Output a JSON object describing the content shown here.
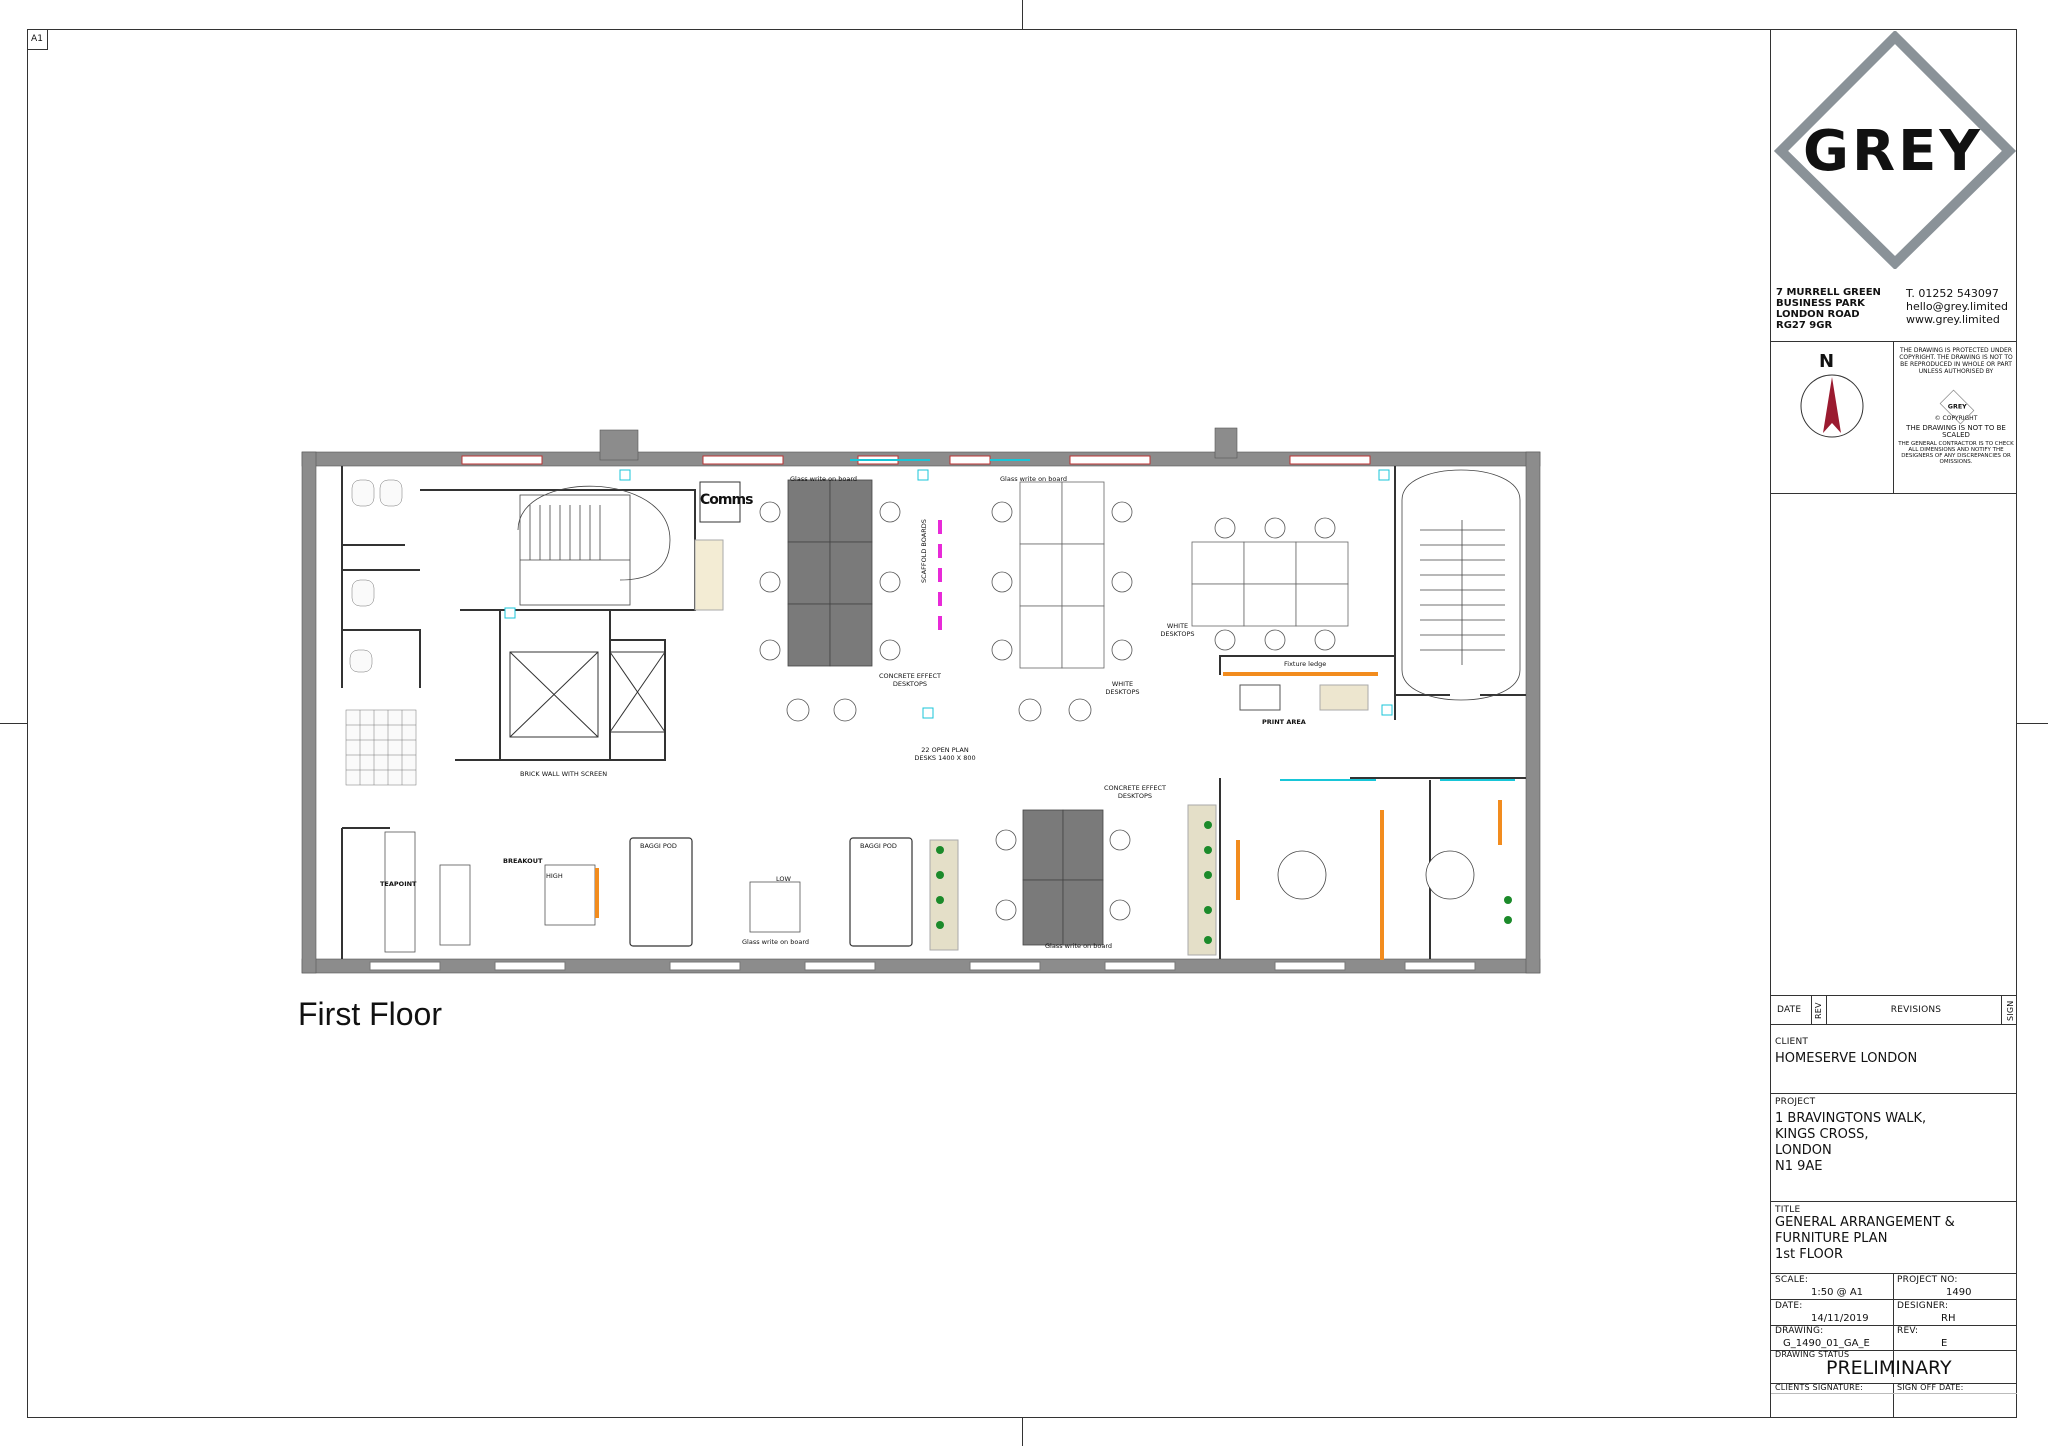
{
  "sheet": {
    "size_code": "A1"
  },
  "plan": {
    "floor_label": "First Floor",
    "room_labels": {
      "comms": "Comms",
      "concrete_desks_1": "CONCRETE EFFECT\nDESKTOPS",
      "white_desks_1": "WHITE\nDESKTOPS",
      "white_desks_2": "WHITE\nDESKTOPS",
      "open_plan": "22 OPEN PLAN\nDESKS 1400 X 800",
      "concrete_desks_2": "CONCRETE EFFECT\nDESKTOPS",
      "print_area": "PRINT AREA",
      "brick_wall": "BRICK WALL WITH SCREEN",
      "breakout": "BREAKOUT",
      "teapoint": "TEAPOINT",
      "high": "HIGH",
      "low": "LOW",
      "baggi_1": "BAGGI POD",
      "baggi_2": "BAGGI POD",
      "scaffold": "SCAFFOLD BOARDS",
      "glass_board_1": "Glass write on board",
      "glass_board_2": "Glass write on board",
      "glass_board_3": "Glass write on board",
      "glass_board_4": "Glass write on board",
      "fixture_ledge": "Fixture ledge"
    }
  },
  "titleblock": {
    "logo": "GREY",
    "address": [
      "7 MURRELL GREEN",
      "BUSINESS PARK",
      "LONDON ROAD",
      "RG27 9GR"
    ],
    "contact": [
      "T. 01252 543097",
      "hello@grey.limited",
      "www.grey.limited"
    ],
    "north": "N",
    "copyright_note": "THE DRAWING IS PROTECTED UNDER COPYRIGHT. THE DRAWING IS NOT TO BE REPRODUCED IN WHOLE OR PART UNLESS AUTHORISED BY",
    "copyright_logo": "GREY",
    "copyright_mark": "© COPYRIGHT",
    "scale_note": "THE DRAWING IS NOT TO BE SCALED",
    "contractor_note": "THE GENERAL CONTRACTOR IS TO CHECK ALL DIMENSIONS AND NOTIFY THE DESIGNERS OF ANY DISCREPANCIES OR OMISSIONS.",
    "rev_headers": {
      "date": "DATE",
      "rev": "REV",
      "revisions": "REVISIONS",
      "sign": "SIGN"
    },
    "client_label": "CLIENT",
    "client": "HOMESERVE LONDON",
    "project_label": "PROJECT",
    "project": [
      "1 BRAVINGTONS WALK,",
      "KINGS CROSS,",
      "LONDON",
      "N1 9AE"
    ],
    "title_label": "TITLE",
    "title": [
      "GENERAL ARRANGEMENT &",
      "FURNITURE PLAN",
      "1st FLOOR"
    ],
    "scale_label": "SCALE:",
    "scale": "1:50 @ A1",
    "project_no_label": "PROJECT NO:",
    "project_no": "1490",
    "date_label": "DATE:",
    "date": "14/11/2019",
    "designer_label": "DESIGNER:",
    "designer": "RH",
    "drawing_label": "DRAWING:",
    "drawing": "G_1490_01_GA_E",
    "rev_label": "REV:",
    "rev": "E",
    "status_label": "DRAWING STATUS",
    "status": "PRELIMINARY",
    "client_sig_label": "CLIENTS SIGNATURE:",
    "signoff_label": "SIGN OFF DATE:"
  },
  "colors": {
    "logo_diamond": "#8a9298",
    "wall": "#8c8c8c",
    "accent_cyan": "#18c6d8",
    "orange": "#f28c1e",
    "magenta": "#e82ad8",
    "compass": "#9b1b30"
  }
}
